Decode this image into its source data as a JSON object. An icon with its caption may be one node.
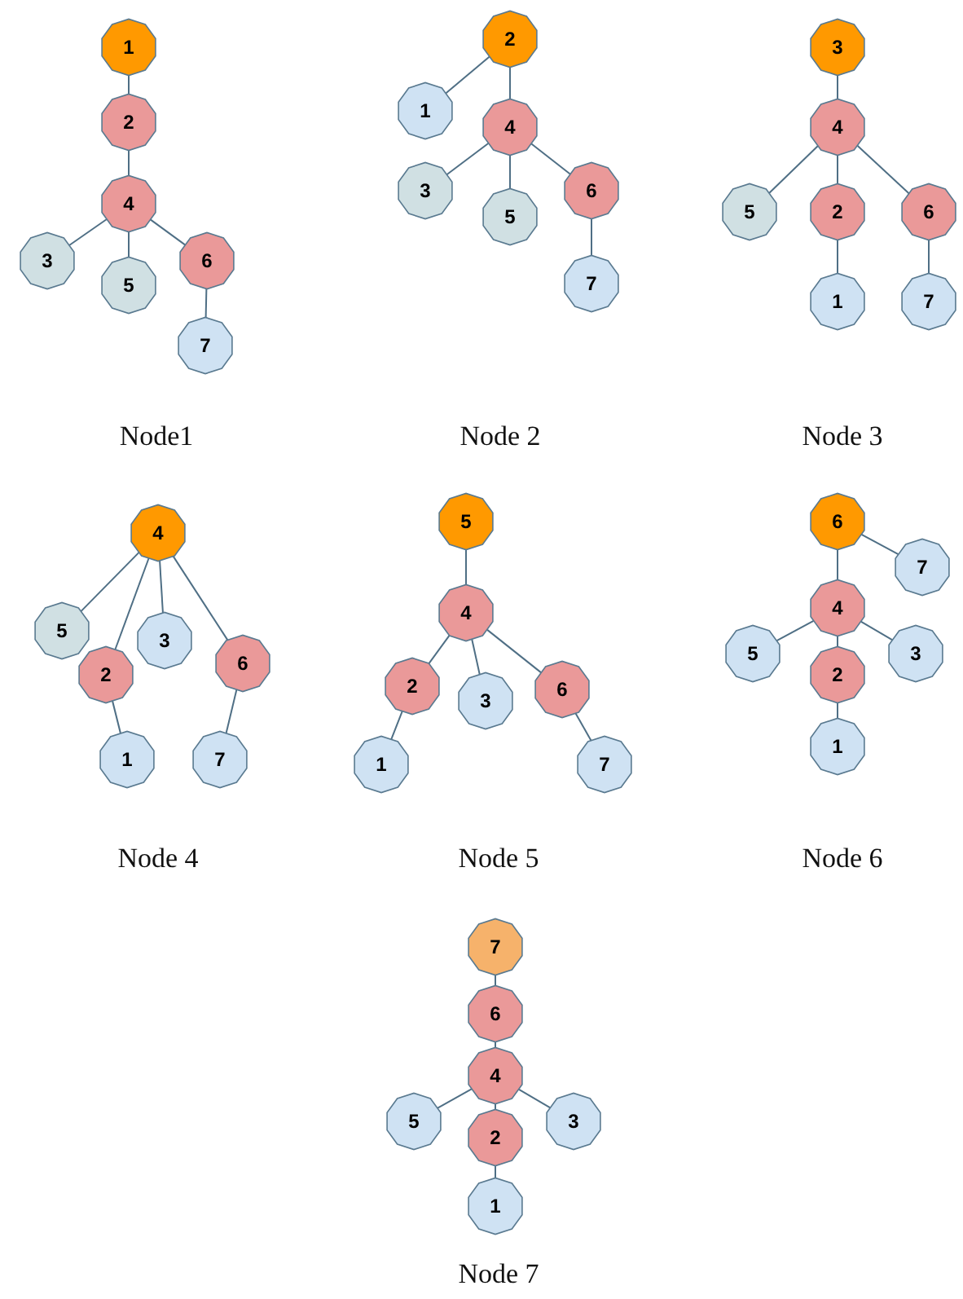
{
  "diagram": {
    "nodes": [
      {
        "text": [
          "1"
        ]
      },
      {
        "text": [
          "2"
        ]
      },
      {
        "text": [
          "4"
        ]
      },
      {
        "text": [
          "3"
        ]
      },
      {
        "text": [
          "6"
        ]
      },
      {
        "text": [
          "5"
        ]
      },
      {
        "text": [
          "7"
        ]
      },
      {
        "text": [
          "2"
        ]
      },
      {
        "text": [
          "1"
        ]
      },
      {
        "text": [
          "4"
        ]
      },
      {
        "text": [
          "3"
        ]
      },
      {
        "text": [
          "6"
        ]
      },
      {
        "text": [
          "5"
        ]
      },
      {
        "text": [
          "7"
        ]
      },
      {
        "text": [
          "3"
        ]
      },
      {
        "text": [
          "4"
        ]
      },
      {
        "text": [
          "5"
        ]
      },
      {
        "text": [
          "2"
        ]
      },
      {
        "text": [
          "6"
        ]
      },
      {
        "text": [
          "1"
        ]
      },
      {
        "text": [
          "7"
        ]
      },
      {
        "text": [
          "4"
        ]
      },
      {
        "text": [
          "5"
        ]
      },
      {
        "text": [
          "3"
        ]
      },
      {
        "text": [
          "6"
        ]
      },
      {
        "text": [
          "2"
        ]
      },
      {
        "text": [
          "1"
        ]
      },
      {
        "text": [
          "7"
        ]
      },
      {
        "text": [
          "5"
        ]
      },
      {
        "text": [
          "4"
        ]
      },
      {
        "text": [
          "2"
        ]
      },
      {
        "text": [
          "6"
        ]
      },
      {
        "text": [
          "3"
        ]
      },
      {
        "text": [
          "1"
        ]
      },
      {
        "text": [
          "7"
        ]
      },
      {
        "text": [
          "6"
        ]
      },
      {
        "text": [
          "7"
        ]
      },
      {
        "text": [
          "4"
        ]
      },
      {
        "text": [
          "5"
        ]
      },
      {
        "text": [
          "3"
        ]
      },
      {
        "text": [
          "2"
        ]
      },
      {
        "text": [
          "1"
        ]
      },
      {
        "text": [
          "7"
        ]
      },
      {
        "text": [
          "6"
        ]
      },
      {
        "text": [
          "4"
        ]
      },
      {
        "text": [
          "5"
        ]
      },
      {
        "text": [
          "3"
        ]
      },
      {
        "text": [
          "2"
        ]
      },
      {
        "text": [
          "1"
        ]
      }
    ],
    "edges": [
      {
        "from": 0,
        "to": 1,
        "arrow": "none"
      },
      {
        "from": 1,
        "to": 2,
        "arrow": "none"
      },
      {
        "from": 2,
        "to": 3,
        "arrow": "none"
      },
      {
        "from": 2,
        "to": 5,
        "arrow": "none"
      },
      {
        "from": 2,
        "to": 4,
        "arrow": "none"
      },
      {
        "from": 4,
        "to": 6,
        "arrow": "none"
      },
      {
        "from": 7,
        "to": 8,
        "arrow": "none"
      },
      {
        "from": 7,
        "to": 9,
        "arrow": "none"
      },
      {
        "from": 9,
        "to": 10,
        "arrow": "none"
      },
      {
        "from": 9,
        "to": 12,
        "arrow": "none"
      },
      {
        "from": 9,
        "to": 11,
        "arrow": "none"
      },
      {
        "from": 11,
        "to": 13,
        "arrow": "none"
      },
      {
        "from": 14,
        "to": 15,
        "arrow": "none"
      },
      {
        "from": 15,
        "to": 16,
        "arrow": "none"
      },
      {
        "from": 15,
        "to": 17,
        "arrow": "none"
      },
      {
        "from": 15,
        "to": 18,
        "arrow": "none"
      },
      {
        "from": 17,
        "to": 19,
        "arrow": "none"
      },
      {
        "from": 18,
        "to": 20,
        "arrow": "none"
      },
      {
        "from": 21,
        "to": 22,
        "arrow": "none"
      },
      {
        "from": 21,
        "to": 25,
        "arrow": "none"
      },
      {
        "from": 21,
        "to": 23,
        "arrow": "none"
      },
      {
        "from": 21,
        "to": 24,
        "arrow": "none"
      },
      {
        "from": 25,
        "to": 26,
        "arrow": "none"
      },
      {
        "from": 24,
        "to": 27,
        "arrow": "none"
      },
      {
        "from": 28,
        "to": 29,
        "arrow": "none"
      },
      {
        "from": 29,
        "to": 30,
        "arrow": "none"
      },
      {
        "from": 29,
        "to": 32,
        "arrow": "none"
      },
      {
        "from": 29,
        "to": 31,
        "arrow": "none"
      },
      {
        "from": 30,
        "to": 33,
        "arrow": "none"
      },
      {
        "from": 31,
        "to": 34,
        "arrow": "none"
      },
      {
        "from": 35,
        "to": 36,
        "arrow": "none"
      },
      {
        "from": 35,
        "to": 37,
        "arrow": "none"
      },
      {
        "from": 37,
        "to": 38,
        "arrow": "none"
      },
      {
        "from": 37,
        "to": 39,
        "arrow": "none"
      },
      {
        "from": 37,
        "to": 40,
        "arrow": "none"
      },
      {
        "from": 40,
        "to": 41,
        "arrow": "none"
      },
      {
        "from": 42,
        "to": 43,
        "arrow": "none"
      },
      {
        "from": 43,
        "to": 44,
        "arrow": "none"
      },
      {
        "from": 44,
        "to": 45,
        "arrow": "none"
      },
      {
        "from": 44,
        "to": 46,
        "arrow": "none"
      },
      {
        "from": 44,
        "to": 47,
        "arrow": "none"
      },
      {
        "from": 47,
        "to": 48,
        "arrow": "none"
      }
    ],
    "labels": [
      "Node1",
      "Node 2",
      "Node 3",
      "Node 4",
      "Node 5",
      "Node 6",
      "Node 7"
    ]
  }
}
